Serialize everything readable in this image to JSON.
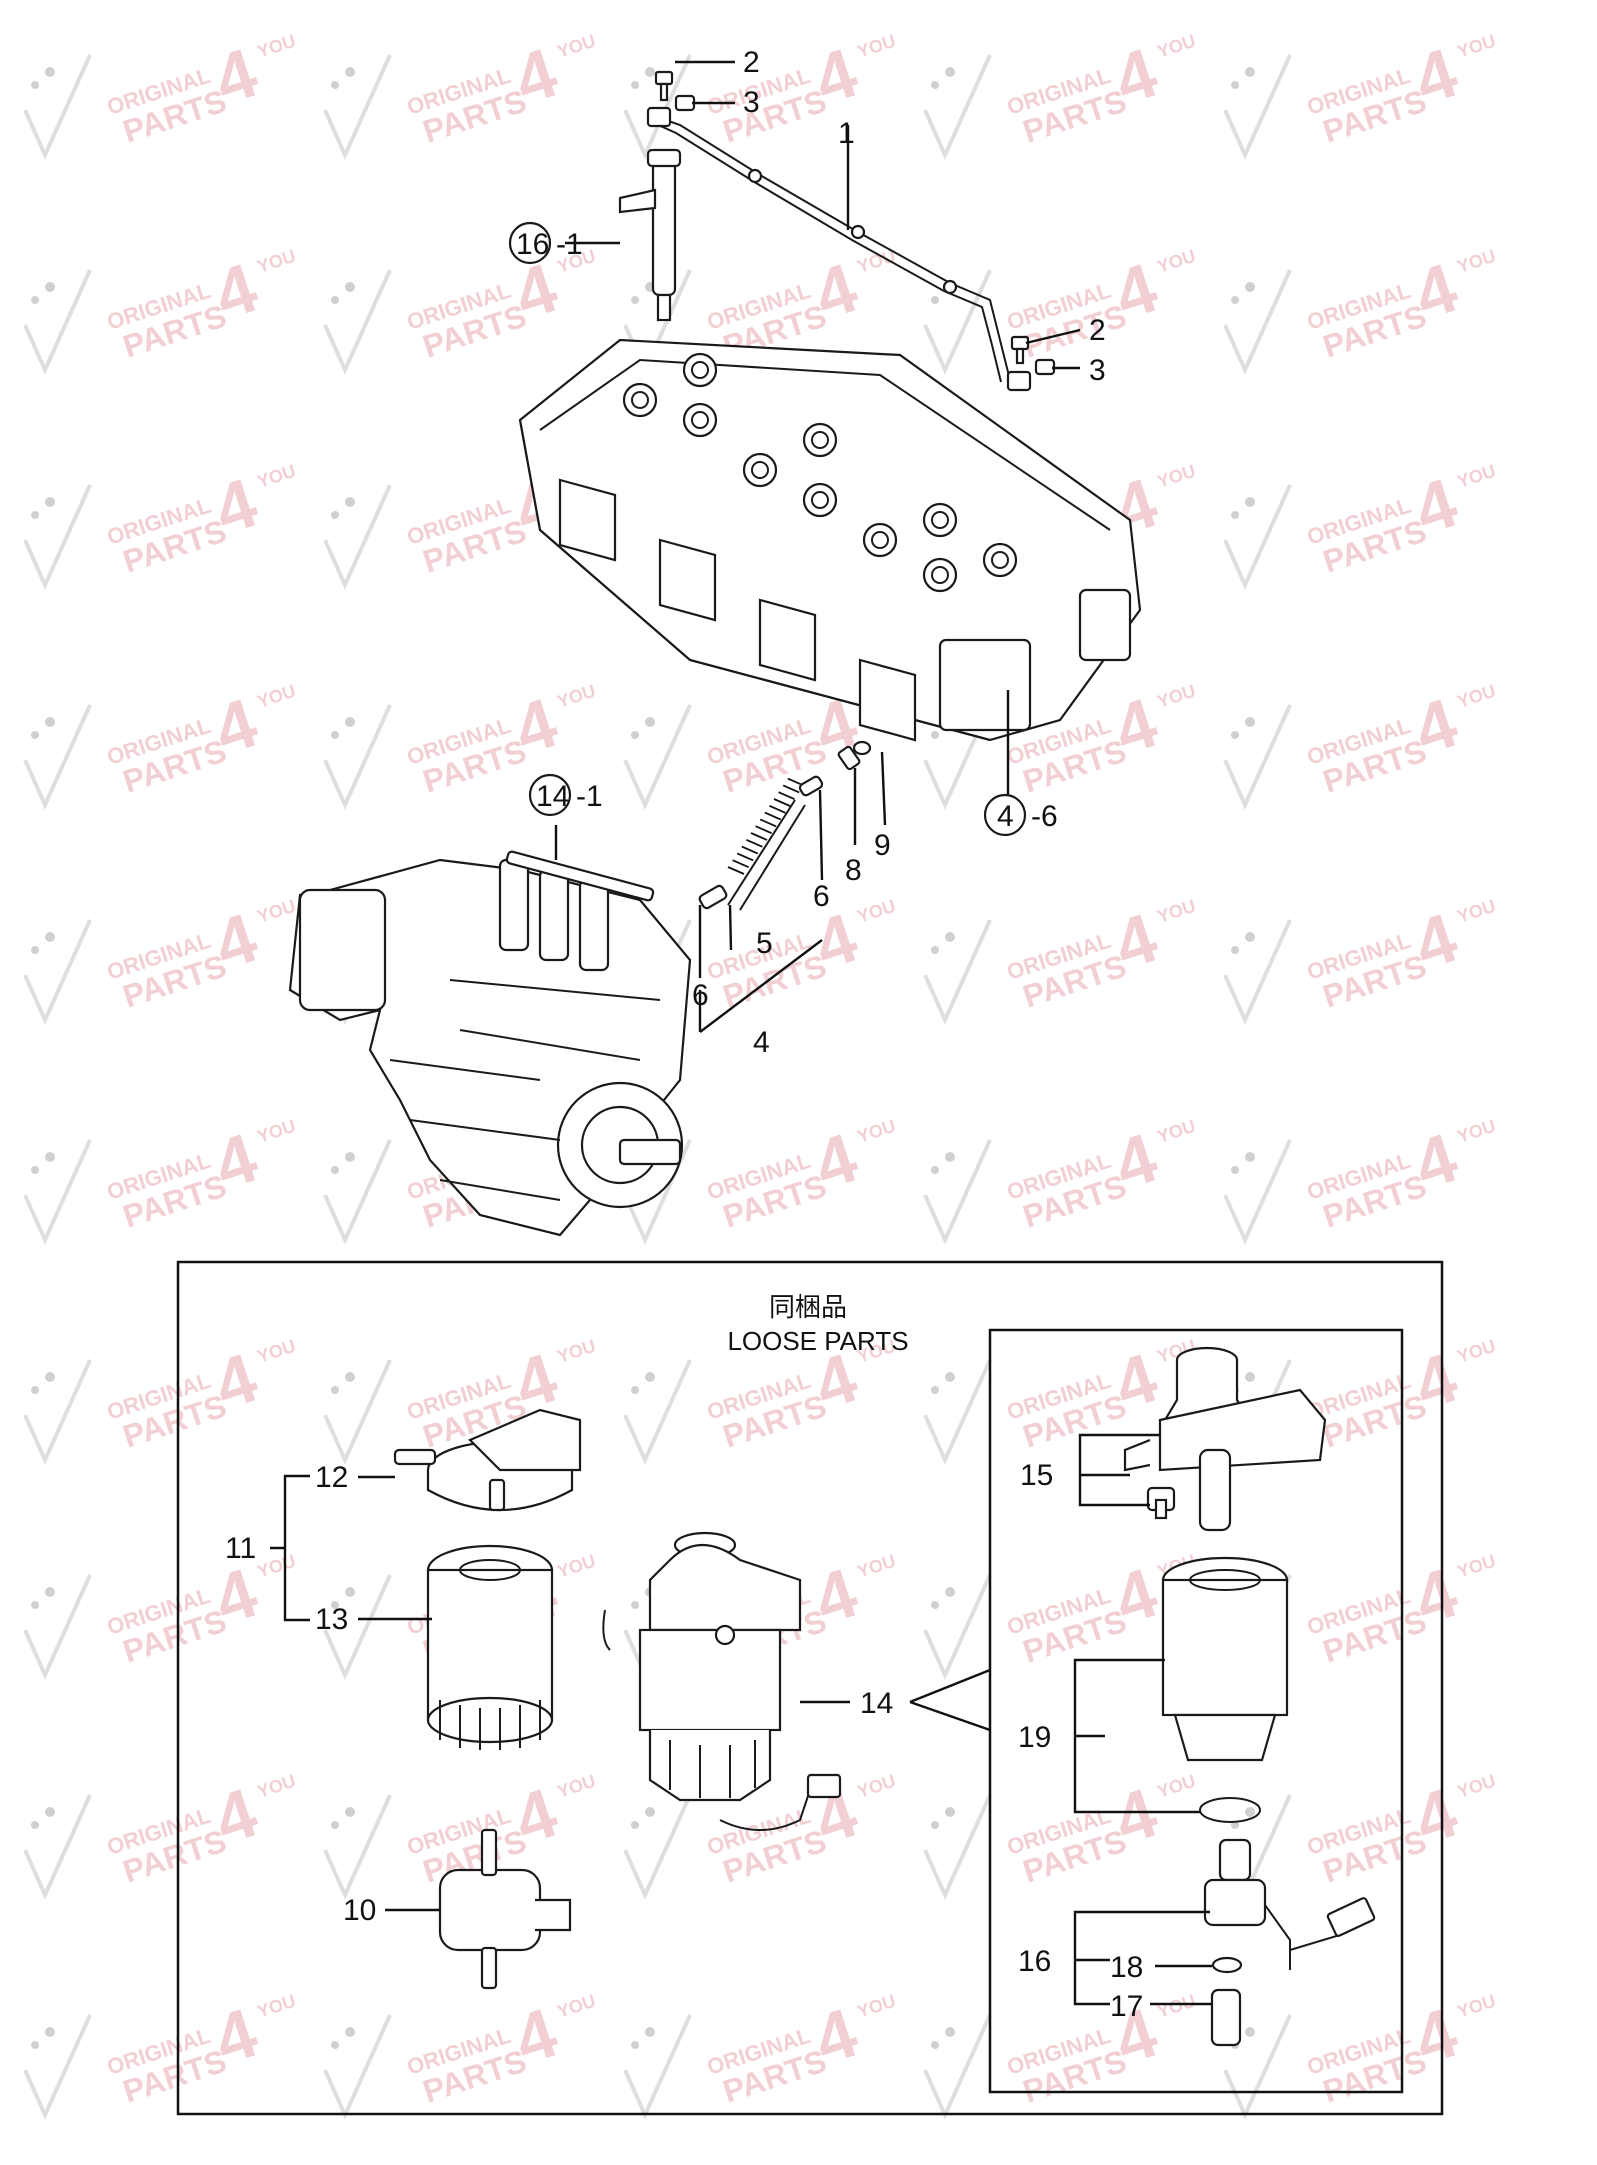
{
  "watermark": {
    "line1": "ORIGINAL",
    "line2": "PARTS",
    "big": "4",
    "small": "YOU",
    "color": "#e6a9b0"
  },
  "labels": {
    "1": "1",
    "2": "2",
    "3": "3",
    "4": "4",
    "5": "5",
    "6": "6",
    "8": "8",
    "9": "9",
    "10": "10",
    "11": "11",
    "12": "12",
    "13": "13",
    "14": "14",
    "15": "15",
    "16": "16",
    "17": "17",
    "18": "18",
    "19": "19",
    "suffix_1": "-1",
    "suffix_6": "-6"
  },
  "callouts": {
    "c16": "16",
    "c14": "14",
    "c4": "4"
  },
  "loose_parts": {
    "title_jp": "同梱品",
    "title_en": "LOOSE PARTS"
  }
}
